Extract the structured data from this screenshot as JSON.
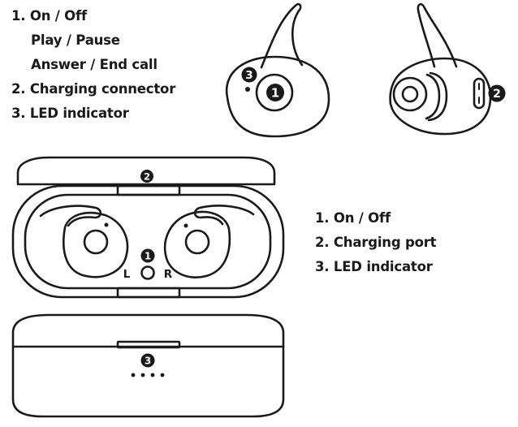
{
  "earbud_legend": {
    "items": [
      "1. On / Off",
      "Play / Pause",
      "Answer / End call",
      "2. Charging connector",
      "3. LED indicator"
    ]
  },
  "case_legend": {
    "items": [
      "1. On / Off",
      "2. Charging port",
      "3. LED indicator"
    ]
  },
  "callouts": {
    "earbud_front_button": "1",
    "earbud_front_led": "3",
    "earbud_side_connector": "2",
    "case_top_port": "2",
    "case_inside_button": "1",
    "case_front_led": "3"
  },
  "case_labels": {
    "left": "L",
    "right": "R"
  },
  "colors": {
    "line": "#1a1a1a",
    "badge": "#1a1a1a",
    "background": "#ffffff"
  }
}
